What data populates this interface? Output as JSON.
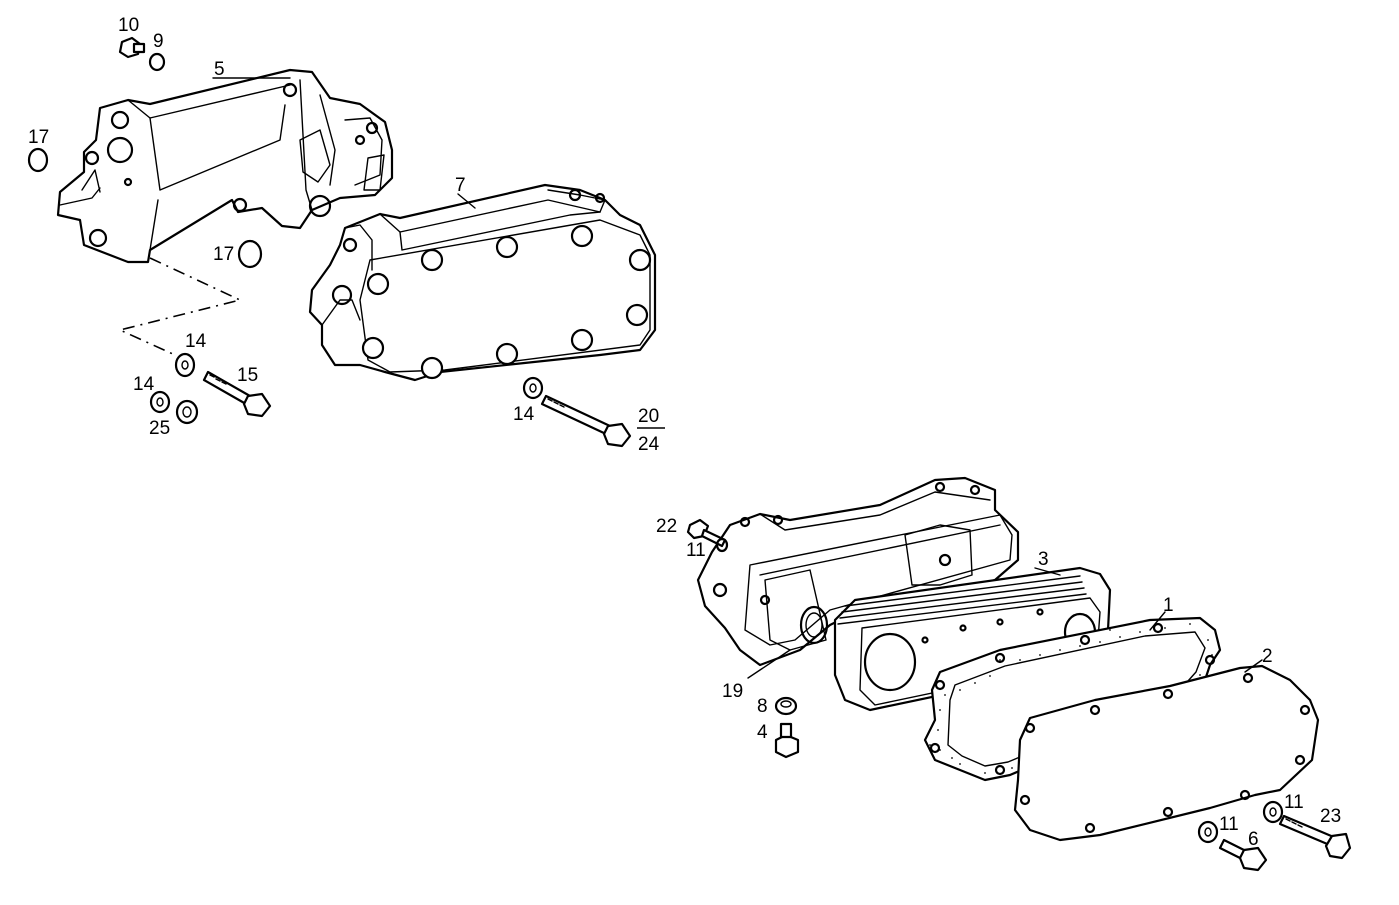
{
  "callouts": {
    "c10": "10",
    "c9": "9",
    "c5": "5",
    "c17a": "17",
    "c17b": "17",
    "c7": "7",
    "c14a": "14",
    "c14b": "14",
    "c15": "15",
    "c25": "25",
    "c14c": "14",
    "c20": "20",
    "c24": "24",
    "c22": "22",
    "c11a": "11",
    "c3": "3",
    "c1": "1",
    "c2": "2",
    "c19": "19",
    "c8": "8",
    "c4": "4",
    "c11b": "11",
    "c11c": "11",
    "c23": "23",
    "c6": "6"
  }
}
